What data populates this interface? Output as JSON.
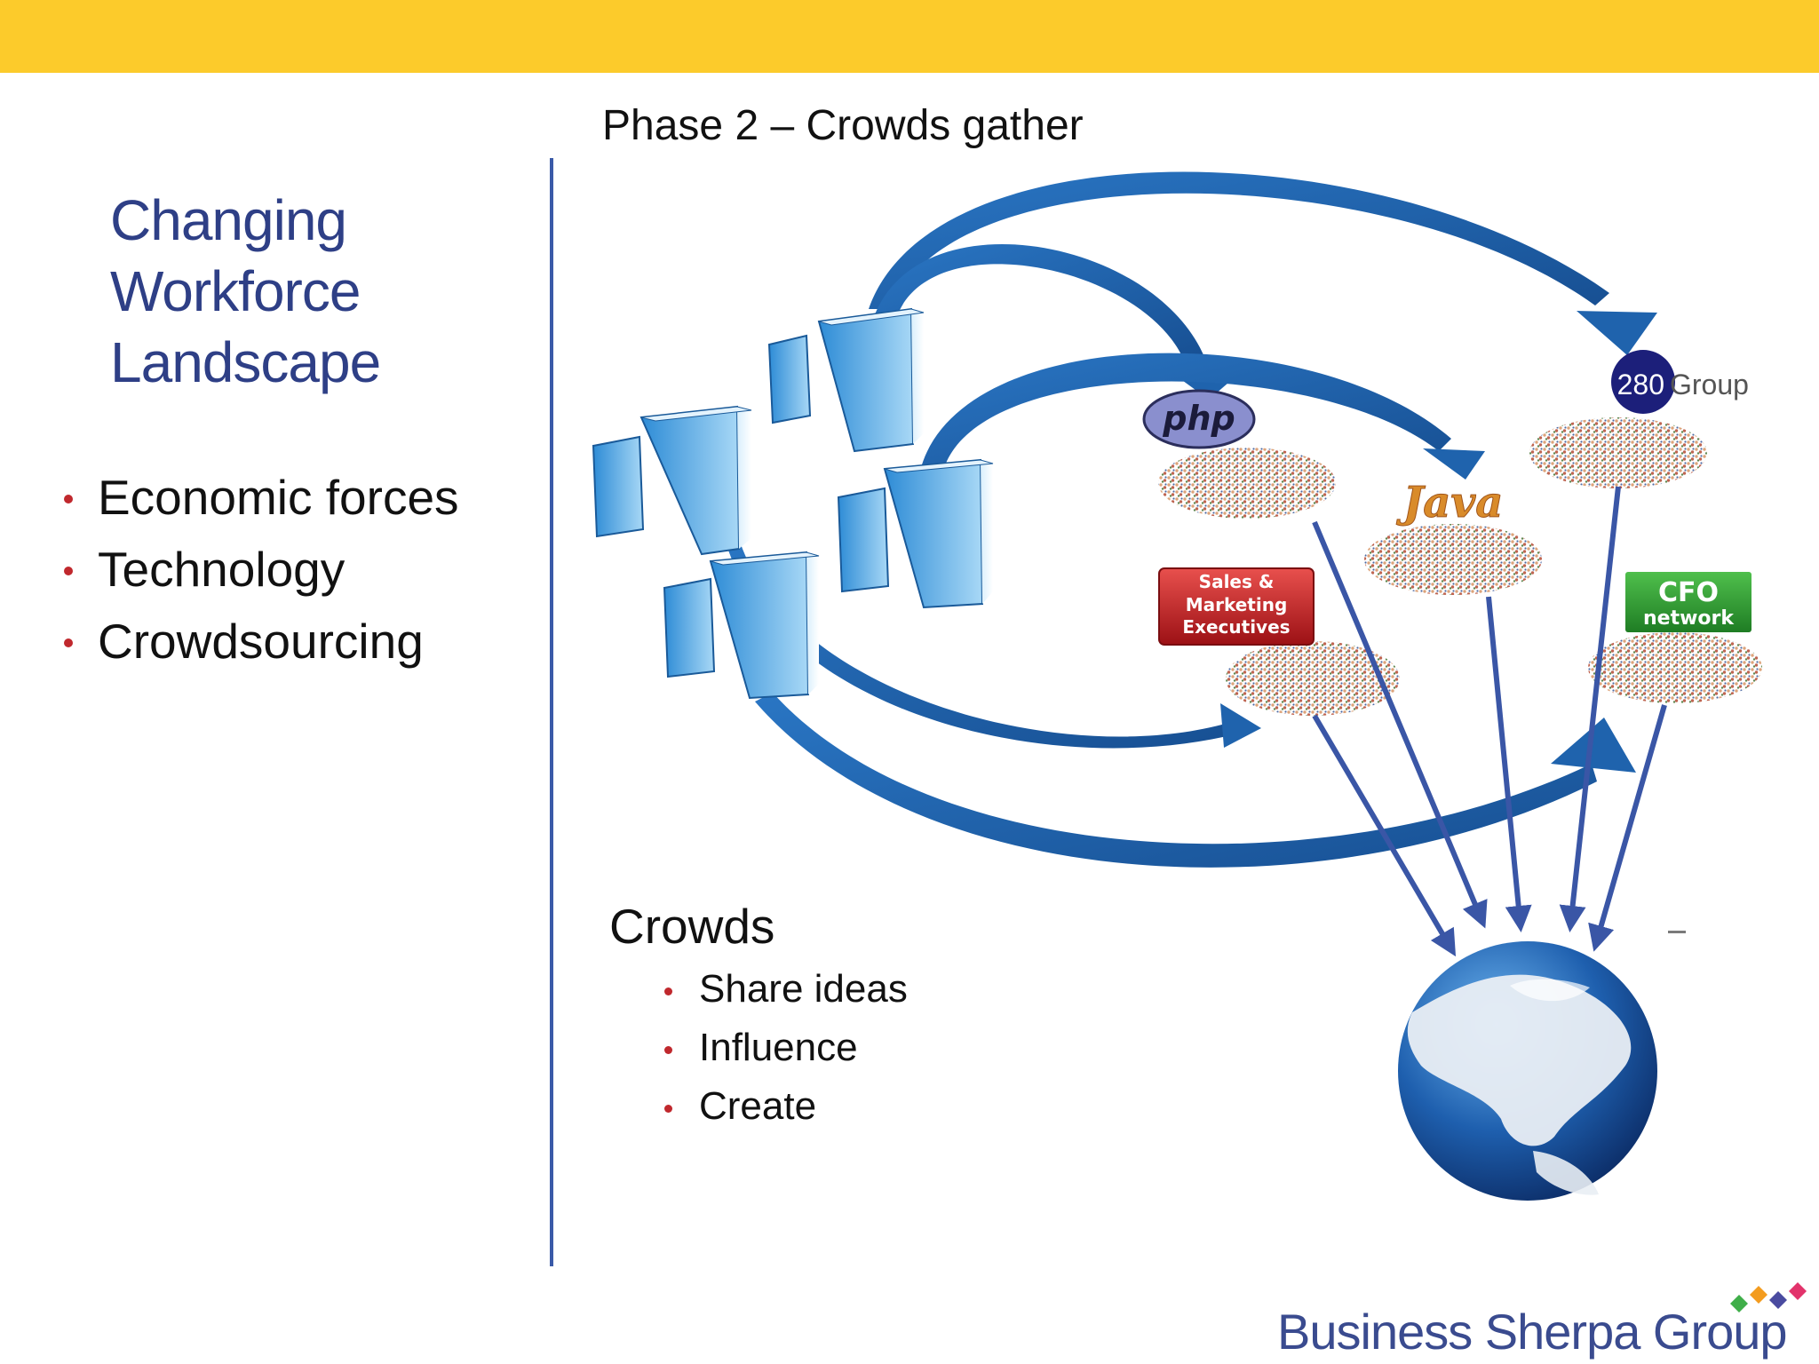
{
  "slide": {
    "left_title_lines": [
      "Changing",
      "Workforce",
      "Landscape"
    ],
    "left_bullets": [
      "Economic forces",
      "Technology",
      "Crowdsourcing"
    ],
    "phase_title": "Phase 2 – Crowds gather",
    "crowds_heading": "Crowds",
    "crowds_bullets": [
      "Share ideas",
      "Influence",
      "Create"
    ]
  },
  "logos": {
    "php": "php",
    "java": "Java",
    "sales": [
      "Sales &",
      "Marketing",
      "Executives"
    ],
    "cfo": [
      "CFO",
      "network"
    ],
    "group280_number": "280",
    "group280_word": "Group"
  },
  "brand": {
    "name": "Business Sherpa Group"
  },
  "colors": {
    "top_bar": "#fccb2b",
    "title_blue": "#2e3f86",
    "bullet_red": "#c0282d",
    "arrow_blue": "#1f63ad",
    "thin_arrow": "#3a56a6"
  }
}
